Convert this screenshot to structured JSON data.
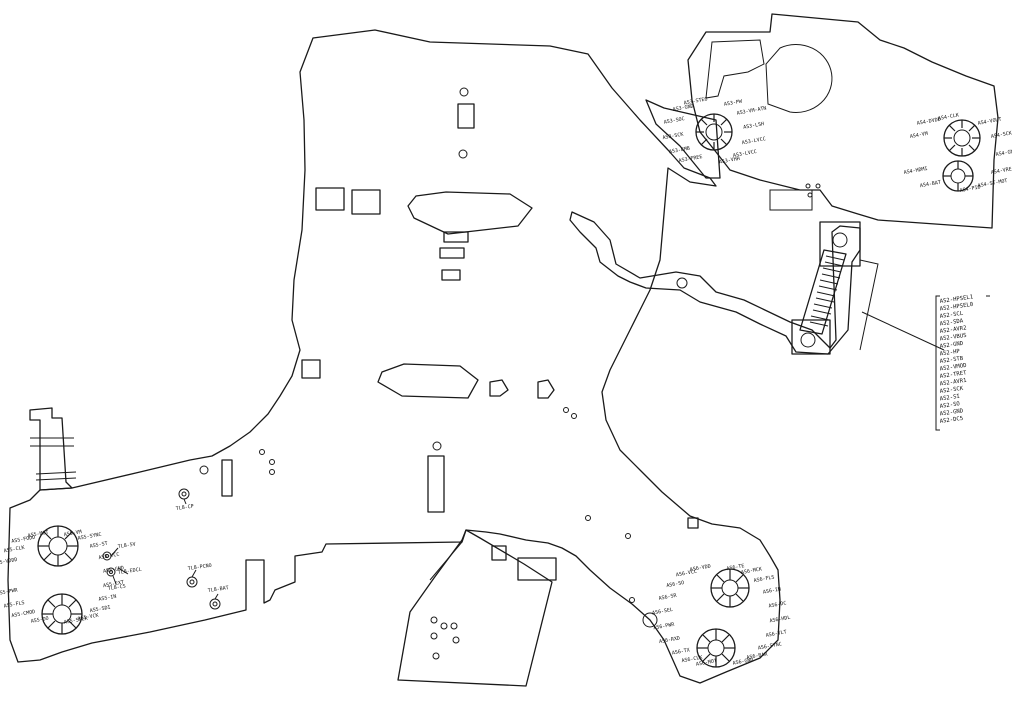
{
  "connector_labels": [
    "AS2-HPSEL1",
    "AS2-HPSEL0",
    "AS2-SCL",
    "AS2-SDA",
    "AS2-AVR2",
    "AS2-VBUS",
    "AS2-GND",
    "AS2-HP",
    "AS2-STB",
    "AS2-VMOD",
    "AS2-TRET",
    "AS2-AVR1",
    "AS2-SCK",
    "AS2-SI",
    "AS2-SO",
    "AS2-GND",
    "AS2-DC5"
  ],
  "test_points": [
    "TL8-CP",
    "TL8-5V",
    "TL8-EDCL",
    "TL8-CS",
    "TL8-PCNO",
    "TL8-BAT"
  ],
  "top_right_left_cluster": [
    "AS3-FREE",
    "AS3-EMB",
    "AS3-SCK",
    "AS3-SOC",
    "AS3-GND",
    "AS3-STEO",
    "AS3-PW",
    "AS3-VM-ATN",
    "AS3-LSH",
    "AS3-LVCC",
    "AS3-LVCC",
    "AS3-VHH"
  ],
  "top_right_right_cluster": [
    "AS4-VM",
    "AS4-DVDD",
    "AS4-CLK",
    "AS4-VOUT",
    "AS4-SCK",
    "AS4-GND",
    "AS4-VREF",
    "AS4-ST-MOT",
    "AS4-PIO",
    "AS4-BAT",
    "AS4-HDMI"
  ],
  "bottom_left_cluster": [
    "AS5-VDDD",
    "AS5-CLK",
    "AS5-FODD",
    "AS5-MOT",
    "AS5-VM",
    "AS5-SYNC",
    "AS5-ST",
    "AS5-VCC",
    "AS5-GND",
    "AS5-EXT",
    "AS5-IN",
    "AS5-SDI",
    "AS5-VCK",
    "AS5-SCLK",
    "AS5-DO",
    "AS5-CMOD",
    "AS5-FLS",
    "AS5-PWR"
  ],
  "bottom_right_cluster": [
    "AS6-VCC",
    "AS6-VDD",
    "AS6-TE",
    "AS6-MCK",
    "AS6-FLS",
    "AS6-IN",
    "AS6-DC",
    "AS6-HDL",
    "AS6-VLT",
    "AS6-SYNC",
    "AS6-BAR",
    "AS6-GND",
    "AS6-MOT",
    "AS6-CLK",
    "AS6-TX",
    "AS6-RXD",
    "AS6-PWR",
    "AS6-SEL",
    "AS6-SR",
    "AS6-SO"
  ]
}
